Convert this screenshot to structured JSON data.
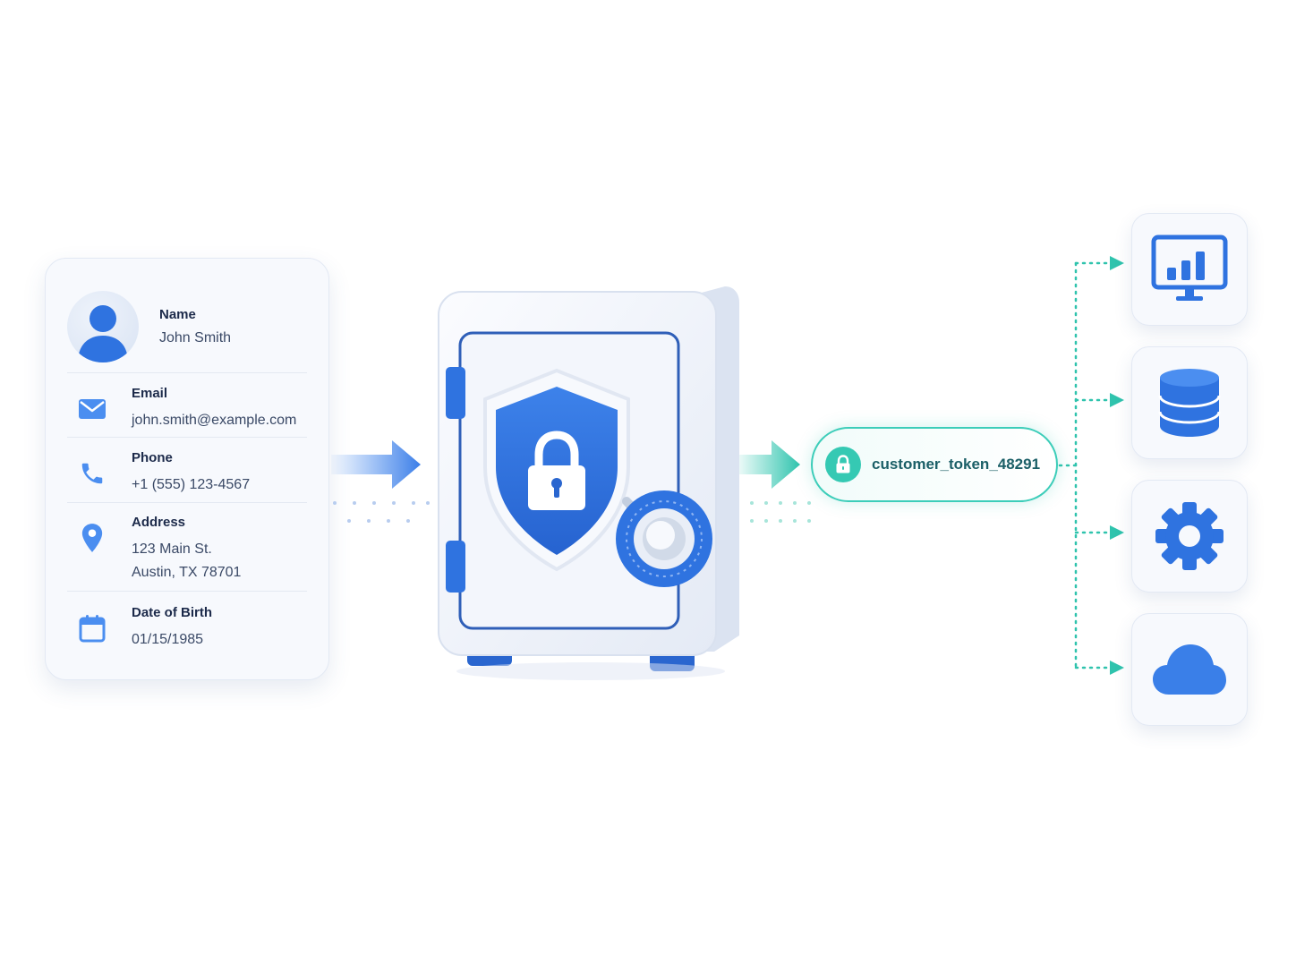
{
  "profile": {
    "name_label": "Name",
    "name_value": "John Smith",
    "fields": [
      {
        "label": "Email",
        "value": "john.smith@example.com",
        "icon": "mail-icon"
      },
      {
        "label": "Phone",
        "value": "+1 (555) 123-4567",
        "icon": "phone-icon"
      },
      {
        "label": "Address",
        "value_line1": "123 Main St.",
        "value_line2": "Austin, TX 78701",
        "icon": "location-pin-icon"
      },
      {
        "label": "Date of Birth",
        "value": "01/15/1985",
        "icon": "calendar-icon"
      }
    ]
  },
  "token": {
    "text": "customer_token_48291",
    "icon": "lock-icon"
  },
  "vault": {
    "icon": "shield-lock-icon"
  },
  "destinations": [
    {
      "icon": "analytics-monitor-icon"
    },
    {
      "icon": "database-icon"
    },
    {
      "icon": "gear-icon"
    },
    {
      "icon": "cloud-icon"
    }
  ],
  "colors": {
    "primary_blue": "#2f73e0",
    "accent_teal": "#35c9b3",
    "card_background": "#f7f9fd",
    "text_dark": "#1c2a4a"
  }
}
